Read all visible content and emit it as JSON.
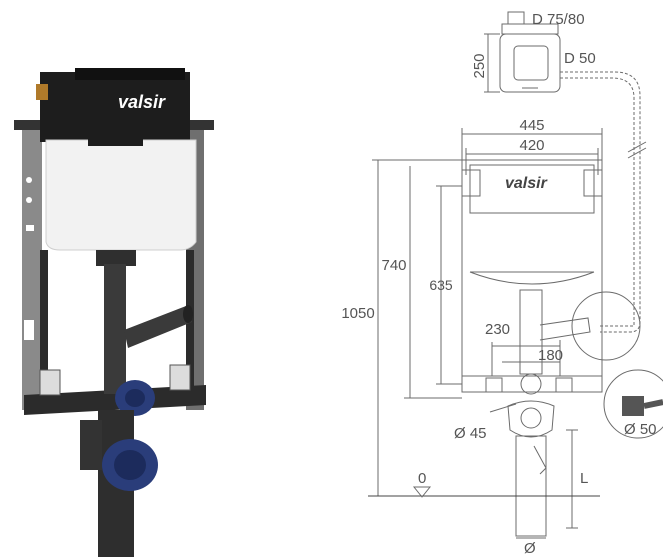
{
  "brand": "valsir",
  "dimensions": {
    "flush_outlet": "D 75/80",
    "flush_inlet": "D 50",
    "box_height": "250",
    "outer_width": "445",
    "inner_width": "420",
    "height_total_a": "740",
    "height_total_b": "635",
    "overall_height": "1050",
    "offset_230": "230",
    "offset_180": "180",
    "drain_diameter": "Ø 45",
    "pipe_diameter": "Ø 50",
    "floor_level": "0",
    "length_label": "L",
    "bottom_diameter": "Ø"
  },
  "colors": {
    "frame": "#2b2b2b",
    "cistern": "#f2f2f2",
    "pipe": "#3a3a3a",
    "clamp": "#2a3d7a",
    "line": "#6b6b6b"
  }
}
